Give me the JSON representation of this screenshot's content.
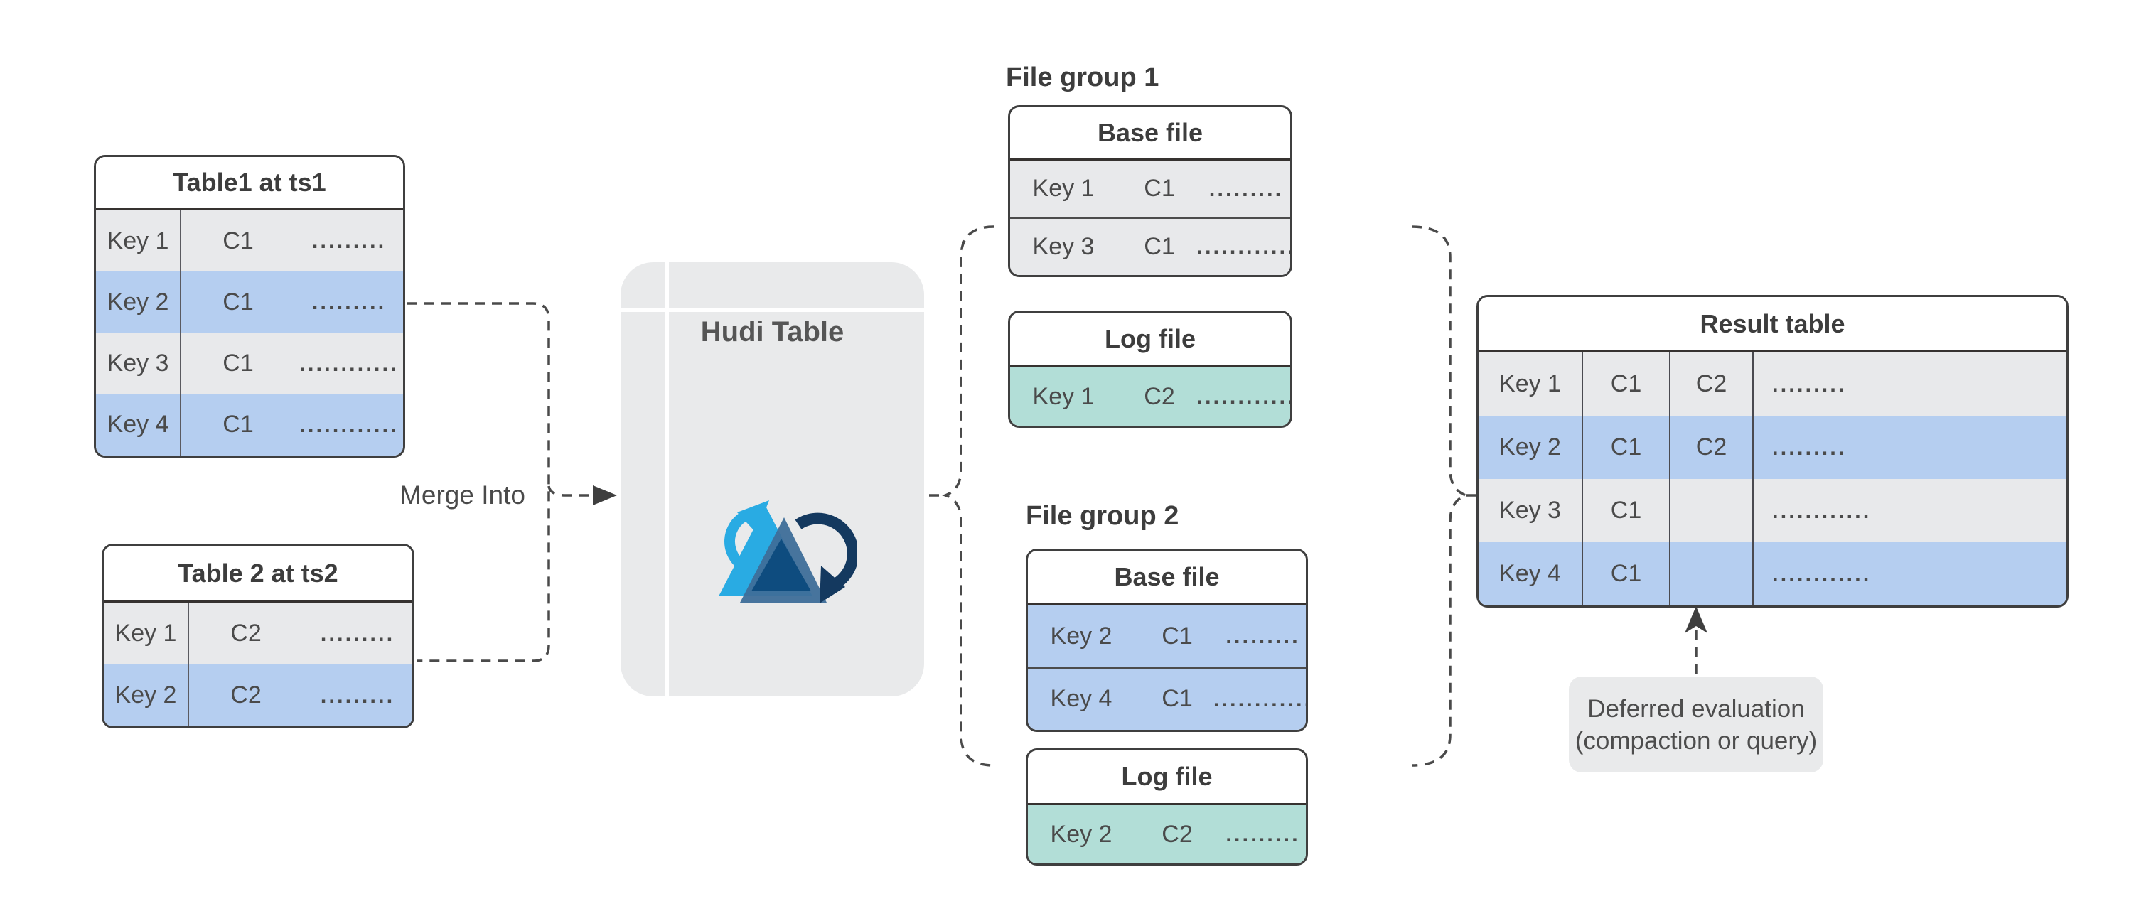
{
  "palette": {
    "row-gray": "#E8E9EB",
    "row-blue": "#B5CEF0",
    "row-teal": "#B2DED7",
    "panel-gray": "#E9EAEB",
    "border": "#3F3F3F",
    "line": "#4A4A4A",
    "text": "#4A4A4A",
    "heading": "#3D3D3D",
    "hudi-cyan": "#29ABE3",
    "hudi-steel": "#3E6E99",
    "hudi-navy-inner": "#0E4C7F",
    "hudi-navy": "#14395F"
  },
  "source_tables": {
    "table1": {
      "title": "Table1 at ts1",
      "rows": [
        {
          "key": "Key 1",
          "c1": "C1",
          "dots": ".........",
          "tone": "gray"
        },
        {
          "key": "Key 2",
          "c1": "C1",
          "dots": ".........",
          "tone": "blue"
        },
        {
          "key": "Key 3",
          "c1": "C1",
          "dots": "............",
          "tone": "gray"
        },
        {
          "key": "Key 4",
          "c1": "C1",
          "dots": "............",
          "tone": "blue"
        }
      ]
    },
    "table2": {
      "title": "Table 2 at ts2",
      "rows": [
        {
          "key": "Key 1",
          "c1": "C2",
          "dots": ".........",
          "tone": "gray"
        },
        {
          "key": "Key 2",
          "c1": "C2",
          "dots": ".........",
          "tone": "blue"
        }
      ]
    }
  },
  "merge_label": "Merge Into",
  "hudi_table": {
    "title": "Hudi Table"
  },
  "file_groups": [
    {
      "label": "File group 1",
      "base": {
        "title": "Base file",
        "rows": [
          {
            "key": "Key 1",
            "c1": "C1",
            "dots": ".........",
            "tone": "gray"
          },
          {
            "key": "Key 3",
            "c1": "C1",
            "dots": "............",
            "tone": "gray"
          }
        ]
      },
      "log": {
        "title": "Log file",
        "rows": [
          {
            "key": "Key 1",
            "c1": "C2",
            "dots": "............",
            "tone": "teal"
          }
        ]
      }
    },
    {
      "label": "File group 2",
      "base": {
        "title": "Base file",
        "rows": [
          {
            "key": "Key 2",
            "c1": "C1",
            "dots": ".........",
            "tone": "blue"
          },
          {
            "key": "Key 4",
            "c1": "C1",
            "dots": "............",
            "tone": "blue"
          }
        ]
      },
      "log": {
        "title": "Log file",
        "rows": [
          {
            "key": "Key 2",
            "c1": "C2",
            "dots": ".........",
            "tone": "teal"
          }
        ]
      }
    }
  ],
  "result_table": {
    "title": "Result table",
    "rows": [
      {
        "key": "Key 1",
        "c1": "C1",
        "c2": "C2",
        "dots": ".........",
        "tone": "gray"
      },
      {
        "key": "Key 2",
        "c1": "C1",
        "c2": "C2",
        "dots": ".........",
        "tone": "blue"
      },
      {
        "key": "Key 3",
        "c1": "C1",
        "c2": "",
        "dots": "............",
        "tone": "gray"
      },
      {
        "key": "Key 4",
        "c1": "C1",
        "c2": "",
        "dots": "............",
        "tone": "blue"
      }
    ]
  },
  "note": {
    "line1": "Deferred evaluation",
    "line2": "(compaction or query)"
  }
}
